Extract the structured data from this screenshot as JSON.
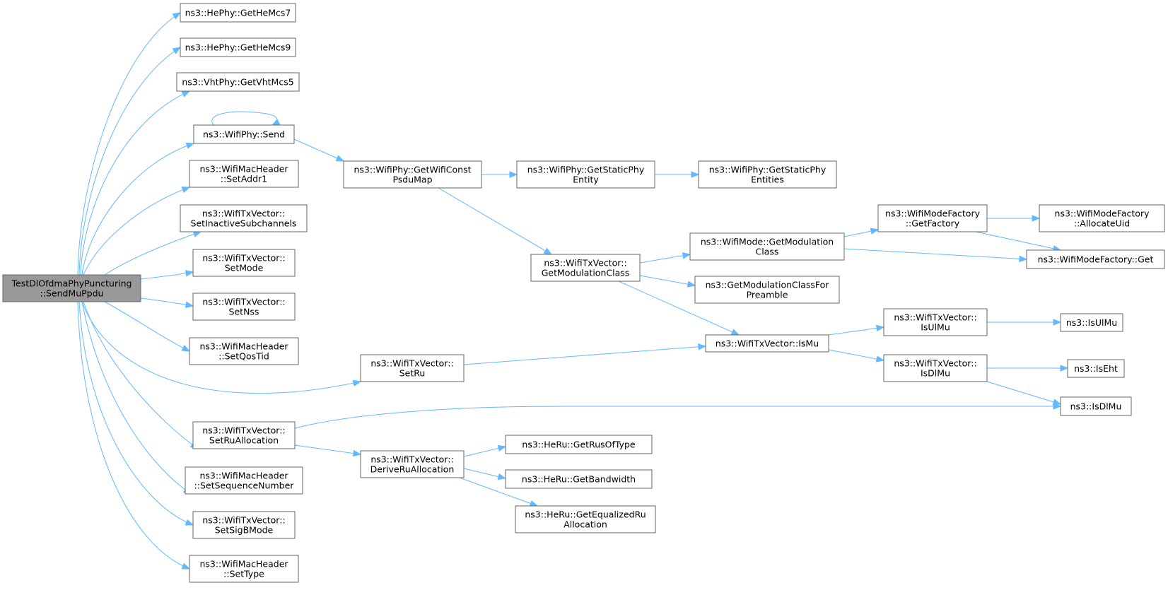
{
  "graph": {
    "edge_color": "#63b8ff",
    "root_fill": "#999999",
    "node_fill": "#ffffff",
    "node_border": "#666666",
    "nodes": [
      {
        "id": "root",
        "lines": [
          "TestDlOfdmaPhyPuncturing",
          "::SendMuPpdu"
        ],
        "root": true
      },
      {
        "id": "n1",
        "lines": [
          "ns3::HePhy::GetHeMcs7"
        ]
      },
      {
        "id": "n2",
        "lines": [
          "ns3::HePhy::GetHeMcs9"
        ]
      },
      {
        "id": "n3",
        "lines": [
          "ns3::VhtPhy::GetVhtMcs5"
        ]
      },
      {
        "id": "n4",
        "lines": [
          "ns3::WifiPhy::Send"
        ]
      },
      {
        "id": "n5",
        "lines": [
          "ns3::WifiMacHeader",
          "::SetAddr1"
        ]
      },
      {
        "id": "n6",
        "lines": [
          "ns3::WifiTxVector::",
          "SetInactiveSubchannels"
        ]
      },
      {
        "id": "n7",
        "lines": [
          "ns3::WifiTxVector::",
          "SetMode"
        ]
      },
      {
        "id": "n8",
        "lines": [
          "ns3::WifiTxVector::",
          "SetNss"
        ]
      },
      {
        "id": "n9",
        "lines": [
          "ns3::WifiMacHeader",
          "::SetQosTid"
        ]
      },
      {
        "id": "n10",
        "lines": [
          "ns3::WifiTxVector::",
          "SetRu"
        ]
      },
      {
        "id": "n11",
        "lines": [
          "ns3::WifiTxVector::",
          "SetRuAllocation"
        ]
      },
      {
        "id": "n12",
        "lines": [
          "ns3::WifiMacHeader",
          "::SetSequenceNumber"
        ]
      },
      {
        "id": "n13",
        "lines": [
          "ns3::WifiTxVector::",
          "SetSigBMode"
        ]
      },
      {
        "id": "n14",
        "lines": [
          "ns3::WifiMacHeader",
          "::SetType"
        ]
      },
      {
        "id": "n15",
        "lines": [
          "ns3::WifiPhy::GetWifiConst",
          "PsduMap"
        ]
      },
      {
        "id": "n16",
        "lines": [
          "ns3::WifiPhy::GetStaticPhy",
          "Entity"
        ]
      },
      {
        "id": "n17",
        "lines": [
          "ns3::WifiPhy::GetStaticPhy",
          "Entities"
        ]
      },
      {
        "id": "n18",
        "lines": [
          "ns3::WifiTxVector::",
          "GetModulationClass"
        ]
      },
      {
        "id": "n19",
        "lines": [
          "ns3::WifiMode::GetModulation",
          "Class"
        ]
      },
      {
        "id": "n20",
        "lines": [
          "ns3::GetModulationClassFor",
          "Preamble"
        ]
      },
      {
        "id": "n21",
        "lines": [
          "ns3::WifiTxVector::IsMu"
        ]
      },
      {
        "id": "n22",
        "lines": [
          "ns3::WifiModeFactory",
          "::GetFactory"
        ]
      },
      {
        "id": "n23",
        "lines": [
          "ns3::WifiModeFactory",
          "::AllocateUid"
        ]
      },
      {
        "id": "n24",
        "lines": [
          "ns3::WifiModeFactory::Get"
        ]
      },
      {
        "id": "n25",
        "lines": [
          "ns3::WifiTxVector::",
          "IsUlMu"
        ]
      },
      {
        "id": "n26",
        "lines": [
          "ns3::WifiTxVector::",
          "IsDlMu"
        ]
      },
      {
        "id": "n27",
        "lines": [
          "ns3::IsUlMu"
        ]
      },
      {
        "id": "n28",
        "lines": [
          "ns3::IsEht"
        ]
      },
      {
        "id": "n29",
        "lines": [
          "ns3::IsDlMu"
        ]
      },
      {
        "id": "n30",
        "lines": [
          "ns3::WifiTxVector::",
          "DeriveRuAllocation"
        ]
      },
      {
        "id": "n31",
        "lines": [
          "ns3::HeRu::GetRusOfType"
        ]
      },
      {
        "id": "n32",
        "lines": [
          "ns3::HeRu::GetBandwidth"
        ]
      },
      {
        "id": "n33",
        "lines": [
          "ns3::HeRu::GetEqualizedRu",
          "Allocation"
        ]
      }
    ],
    "edges": [
      [
        "root",
        "n1"
      ],
      [
        "root",
        "n2"
      ],
      [
        "root",
        "n3"
      ],
      [
        "root",
        "n4"
      ],
      [
        "root",
        "n5"
      ],
      [
        "root",
        "n6"
      ],
      [
        "root",
        "n7"
      ],
      [
        "root",
        "n8"
      ],
      [
        "root",
        "n9"
      ],
      [
        "root",
        "n10"
      ],
      [
        "root",
        "n11"
      ],
      [
        "root",
        "n12"
      ],
      [
        "root",
        "n13"
      ],
      [
        "root",
        "n14"
      ],
      [
        "n4",
        "n4"
      ],
      [
        "n4",
        "n15"
      ],
      [
        "n15",
        "n16"
      ],
      [
        "n16",
        "n17"
      ],
      [
        "n15",
        "n18"
      ],
      [
        "n18",
        "n19"
      ],
      [
        "n18",
        "n20"
      ],
      [
        "n18",
        "n21"
      ],
      [
        "n19",
        "n22"
      ],
      [
        "n19",
        "n24"
      ],
      [
        "n22",
        "n23"
      ],
      [
        "n22",
        "n24"
      ],
      [
        "n10",
        "n21"
      ],
      [
        "n21",
        "n25"
      ],
      [
        "n21",
        "n26"
      ],
      [
        "n25",
        "n27"
      ],
      [
        "n26",
        "n28"
      ],
      [
        "n26",
        "n29"
      ],
      [
        "n11",
        "n29"
      ],
      [
        "n11",
        "n30"
      ],
      [
        "n30",
        "n31"
      ],
      [
        "n30",
        "n32"
      ],
      [
        "n30",
        "n33"
      ]
    ]
  }
}
